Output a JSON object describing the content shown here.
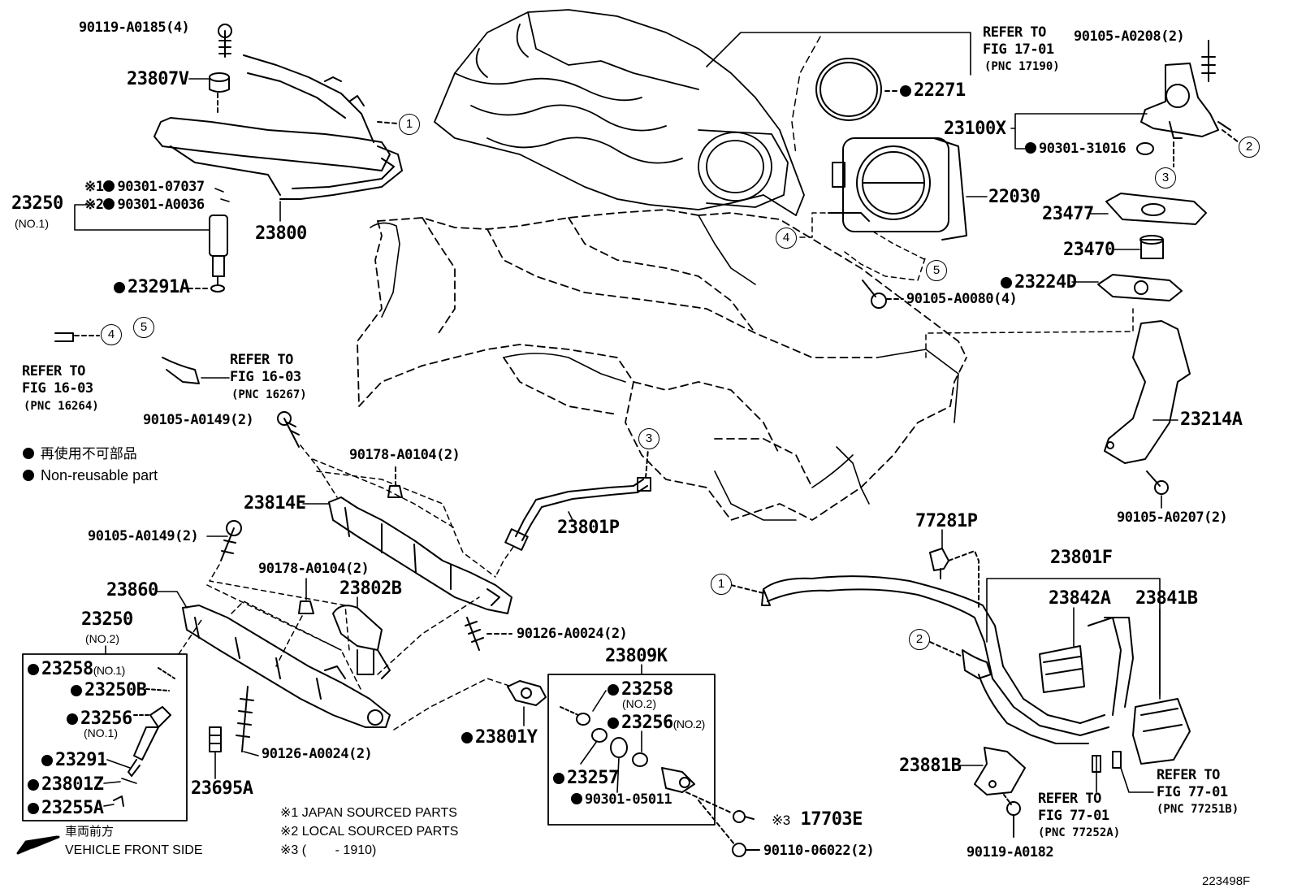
{
  "figure_code": "223498F",
  "legend": {
    "ja": "再使用不可部品",
    "en": "Non-reusable part"
  },
  "notes": {
    "n1": "※1 JAPAN SOURCED PARTS",
    "n2": "※2 LOCAL SOURCED PARTS",
    "n3": "※3 (        - 1910)"
  },
  "front": {
    "ja": "車両前方",
    "en": "VEHICLE FRONT SIDE"
  },
  "refs": {
    "r1701_a": "REFER TO",
    "r1701_b": "FIG 17-01",
    "r1701_c": "(PNC 17190)",
    "r16264_a": "REFER TO",
    "r16264_b": "FIG 16-03",
    "r16264_c": "(PNC 16264)",
    "r16267_a": "REFER TO",
    "r16267_b": "FIG 16-03",
    "r16267_c": "(PNC 16267)",
    "r77252_a": "REFER TO",
    "r77252_b": "FIG 77-01",
    "r77252_c": "(PNC 77252A)",
    "r77251_a": "REFER TO",
    "r77251_b": "FIG 77-01",
    "r77251_c": "(PNC 77251B)"
  },
  "parts": {
    "p90119_A0185": "90119-A0185(4)",
    "p23807V": "23807V",
    "p23250_1": "23250",
    "p23250_1n": "(NO.1)",
    "p90301_07037": "90301-07037",
    "p90301_A0036": "90301-A0036",
    "mark1": "※1",
    "mark2": "※2",
    "p23800": "23800",
    "p23291A": "23291A",
    "p22271": "22271",
    "p90105_A0208": "90105-A0208(2)",
    "p23100X": "23100X",
    "p90301_31016": "90301-31016",
    "p22030": "22030",
    "p23477": "23477",
    "p23470": "23470",
    "p23224D": "23224D",
    "p90105_A0080": "90105-A0080(4)",
    "p23214A": "23214A",
    "p90105_A0207": "90105-A0207(2)",
    "p90105_A0149a": "90105-A0149(2)",
    "p90178_A0104a": "90178-A0104(2)",
    "p23814E": "23814E",
    "p23801P": "23801P",
    "p90105_A0149b": "90105-A0149(2)",
    "p90178_A0104b": "90178-A0104(2)",
    "p23802B": "23802B",
    "p23860": "23860",
    "p90126_A0024a": "90126-A0024(2)",
    "p23250_2": "23250",
    "p23250_2n": "(NO.2)",
    "p23258_1": "23258",
    "p23258_1n": "(NO.1)",
    "p23250B": "23250B",
    "p23256_1": "23256",
    "p23256_1n": "(NO.1)",
    "p23291": "23291",
    "p23801Z": "23801Z",
    "p23255A": "23255A",
    "p23695A": "23695A",
    "p90126_A0024b": "90126-A0024(2)",
    "p23801Y": "23801Y",
    "p23809K": "23809K",
    "p23258_2": "23258",
    "p23258_2n": "(NO.2)",
    "p23256_2": "23256",
    "p23256_2n": "(NO.2)",
    "p23257": "23257",
    "p90301_05011": "90301-05011",
    "p17703E": "17703E",
    "mark3": "※3",
    "p90110_06022": "90110-06022(2)",
    "p77281P": "77281P",
    "p23801F": "23801F",
    "p23842A": "23842A",
    "p23841B": "23841B",
    "p23881B": "23881B",
    "p90119_A0182": "90119-A0182"
  },
  "callouts": {
    "c1": "1",
    "c2": "2",
    "c3": "3",
    "c4": "4",
    "c5": "5"
  }
}
